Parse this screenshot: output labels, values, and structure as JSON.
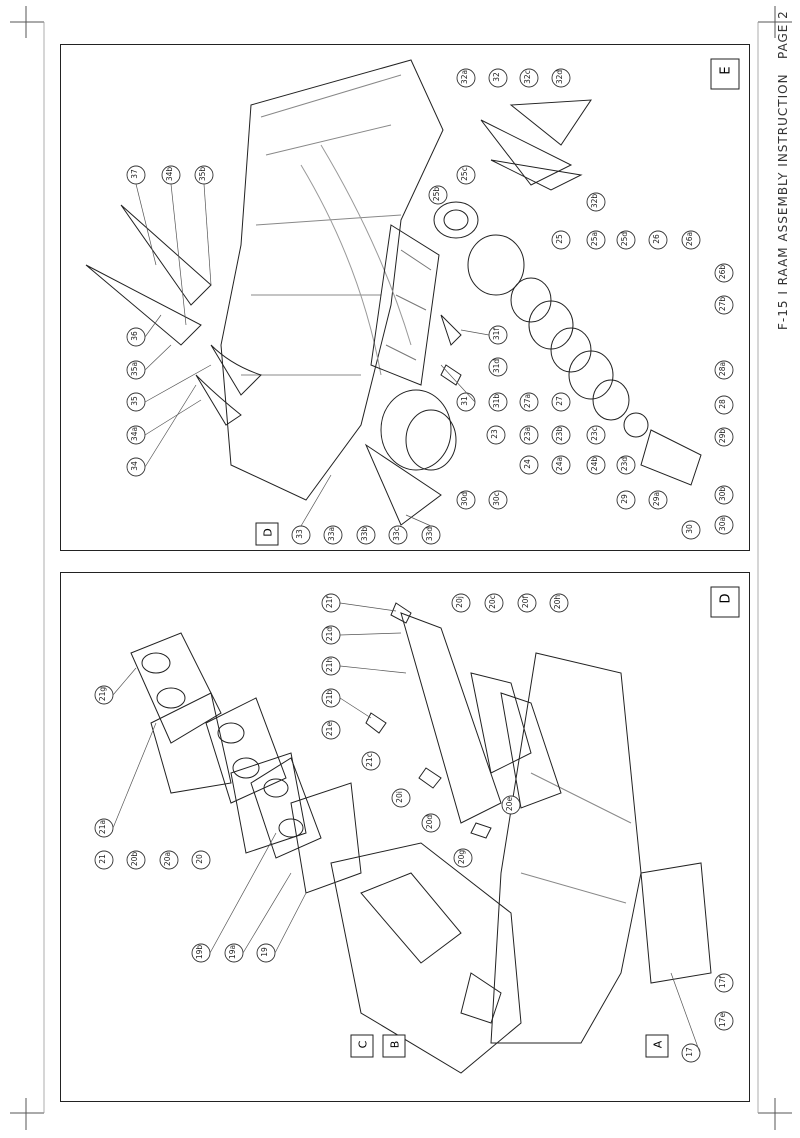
{
  "doc": {
    "title": "F-15 I RAAM ASSEMBLY INSTRUCTION",
    "page_label": "PAGE 2"
  },
  "panel_top": {
    "letter": "E",
    "callouts": [
      "32a",
      "32",
      "32c",
      "32d",
      "32b",
      "25b",
      "25c",
      "25",
      "25a",
      "25d",
      "26",
      "26a",
      "26b",
      "27b",
      "28a",
      "28",
      "29b",
      "29",
      "29a",
      "30b",
      "30a",
      "30",
      "30c",
      "30d",
      "31f",
      "31d",
      "31b",
      "31",
      "23",
      "23a",
      "23b",
      "23c",
      "23d",
      "24",
      "24a",
      "24b",
      "27a",
      "27",
      "33",
      "33a",
      "33b",
      "33c",
      "33d",
      "34",
      "34a",
      "35",
      "35a",
      "36",
      "37",
      "34b",
      "35b"
    ],
    "label_D": "D"
  },
  "panel_bottom": {
    "letter": "D",
    "callouts": [
      "21f",
      "21d",
      "21h",
      "21b",
      "21e",
      "21c",
      "20j",
      "20c",
      "20f",
      "20h",
      "20i",
      "20d",
      "20e",
      "20g",
      "21g",
      "21a",
      "21",
      "20b",
      "20a",
      "20",
      "19b",
      "19a",
      "19",
      "17",
      "17e",
      "17f"
    ],
    "labels": [
      "C",
      "B",
      "A"
    ]
  }
}
